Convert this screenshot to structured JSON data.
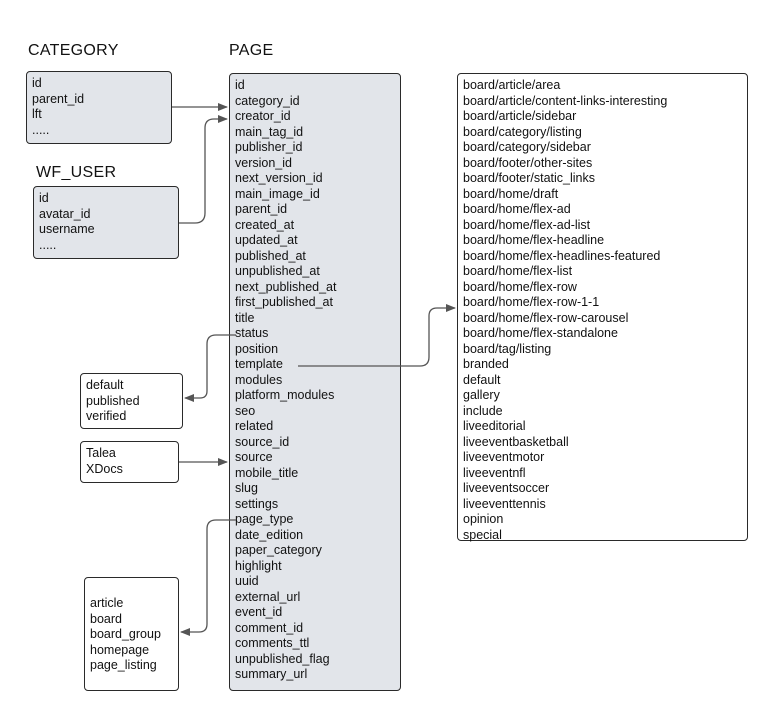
{
  "entities": {
    "category": {
      "title": "CATEGORY",
      "fields": [
        "id",
        "parent_id",
        "lft",
        "....."
      ]
    },
    "wf_user": {
      "title": "WF_USER",
      "fields": [
        "id",
        "avatar_id",
        "username",
        "....."
      ]
    },
    "page": {
      "title": "PAGE",
      "fields": [
        "id",
        "category_id",
        "creator_id",
        "main_tag_id",
        "publisher_id",
        "version_id",
        "next_version_id",
        "main_image_id",
        "parent_id",
        "created_at",
        "updated_at",
        "published_at",
        "unpublished_at",
        "next_published_at",
        "first_published_at",
        "title",
        "status",
        "position",
        "template",
        "modules",
        "platform_modules",
        "seo",
        "related",
        "source_id",
        "source",
        "mobile_title",
        "slug",
        "settings",
        "page_type",
        "date_edition",
        "paper_category",
        "highlight",
        "uuid",
        "external_url",
        "event_id",
        "comment_id",
        "comments_ttl",
        "unpublished_flag",
        "summary_url"
      ]
    }
  },
  "value_lists": {
    "status_values": [
      "default",
      "published",
      "verified"
    ],
    "source_values": [
      "Talea",
      "XDocs"
    ],
    "page_type_values": [
      "article",
      "board",
      "board_group",
      "homepage",
      "page_listing"
    ],
    "template_values": [
      "board/article/area",
      "board/article/content-links-interesting",
      "board/article/sidebar",
      "board/category/listing",
      "board/category/sidebar",
      "board/footer/other-sites",
      "board/footer/static_links",
      "board/home/draft",
      "board/home/flex-ad",
      "board/home/flex-ad-list",
      "board/home/flex-headline",
      "board/home/flex-headlines-featured",
      "board/home/flex-list",
      "board/home/flex-row",
      "board/home/flex-row-1-1",
      "board/home/flex-row-carousel",
      "board/home/flex-standalone",
      "board/tag/listing",
      "branded",
      "default",
      "gallery",
      "include",
      "liveeditorial",
      "liveeventbasketball",
      "liveeventmotor",
      "liveeventnfl",
      "liveeventsoccer",
      "liveeventtennis",
      "opinion",
      "special"
    ]
  },
  "colors": {
    "entity_fill": "#e2e5ea",
    "value_fill": "#ffffff",
    "stroke": "#2a2a2a",
    "connector": "#555555"
  }
}
